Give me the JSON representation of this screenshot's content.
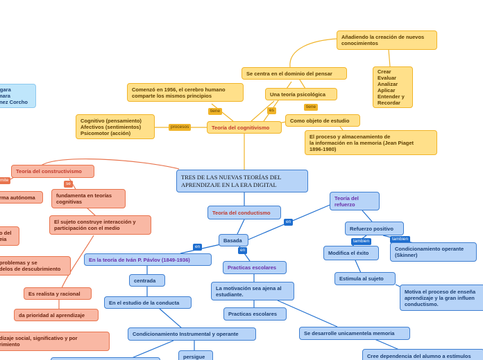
{
  "root": "TRES DE LAS NUEVAS TEORÍAS DEL\nAPRENDIZAJE EN LA ERA DIGITAL",
  "authors": "rgara\nmara\nínez Corcho",
  "cognitivismo": {
    "title": "Teoría del cognitivismo",
    "procesos_tag": "procesos",
    "procesos": "Cognitivo (pensamiento)\nAfectivos (sentimientos)\nPsicomotor (acción)",
    "tiene_tag": "tiene",
    "origen": "Comenzó en 1956, el cerebro humano\ncomparte los mismos principios",
    "es_tag": "es",
    "teoria_psicologica": "Una teoría psicológica",
    "dominio": "Se centra en el dominio del pensar",
    "anadiendo": "Añadiendo la creación de nuevos\nconocimientos",
    "verbos": "Crear\nEvaluar\nAnalizar\nAplicar\nEntender y\nRecordar",
    "tiene_tag2": "tiene",
    "objeto": "Como objeto de estudio",
    "proceso": "El proceso y almacenamiento de\nla información en la memoria (Jean Piaget\n1896-1980)"
  },
  "constructivismo": {
    "title": "Teoría del constructivismo",
    "mite_tag": "mite",
    "forma_autonoma": "rma autónoma",
    "se_tag": "se",
    "fundamenta": "fundamenta en teorías\ncognitivas",
    "sujeto": "El sujeto construye interacción y\nparticipación con el medio",
    "partial1": "o del\neia",
    "problemas": "problemas y se\ndelos de descubrimiento",
    "realista": "Es realista y racional",
    "prioridad": "da prioridad al aprendizaje",
    "social": "dizaje social, significativo y por\nrimiento"
  },
  "conductismo": {
    "title": "Teoría del conductismo",
    "en_tag": "en",
    "basada": "Basada",
    "refuerzo": "Teoría del\nrefuerzo",
    "refuerzo_positivo": "Refuerzo positivo",
    "tambien_tag": "tambien",
    "tambien_tag2": "tambien",
    "modifica": "Modifica el éxito",
    "condicionamiento_operante": "Condicionamiento operante\n(Skinner)",
    "estimula": "Estimula al sujeto",
    "motiva": "Motiva el proceso de enseña\naprendizaje y la gran influen\nconductismo.",
    "en_tag2": "en",
    "en_tag3": "en",
    "pavlov": "En la teoría de Iván P. Pávlov (1849-1936)",
    "practicas1": "Practicas escolares",
    "centrada": "centrada",
    "motivacion": "La motivación sea ajena al\nestudiante.",
    "estudio": "En el estudio de la conducta",
    "practicas2": "Practicas escolares",
    "instrumental": "Condicionamiento Instrumental y operante",
    "memoria": "Se desarrolle unicamentela memoria",
    "persigue": "persigue",
    "dependencia": "Cree dependencia del alumno a estímulos"
  }
}
